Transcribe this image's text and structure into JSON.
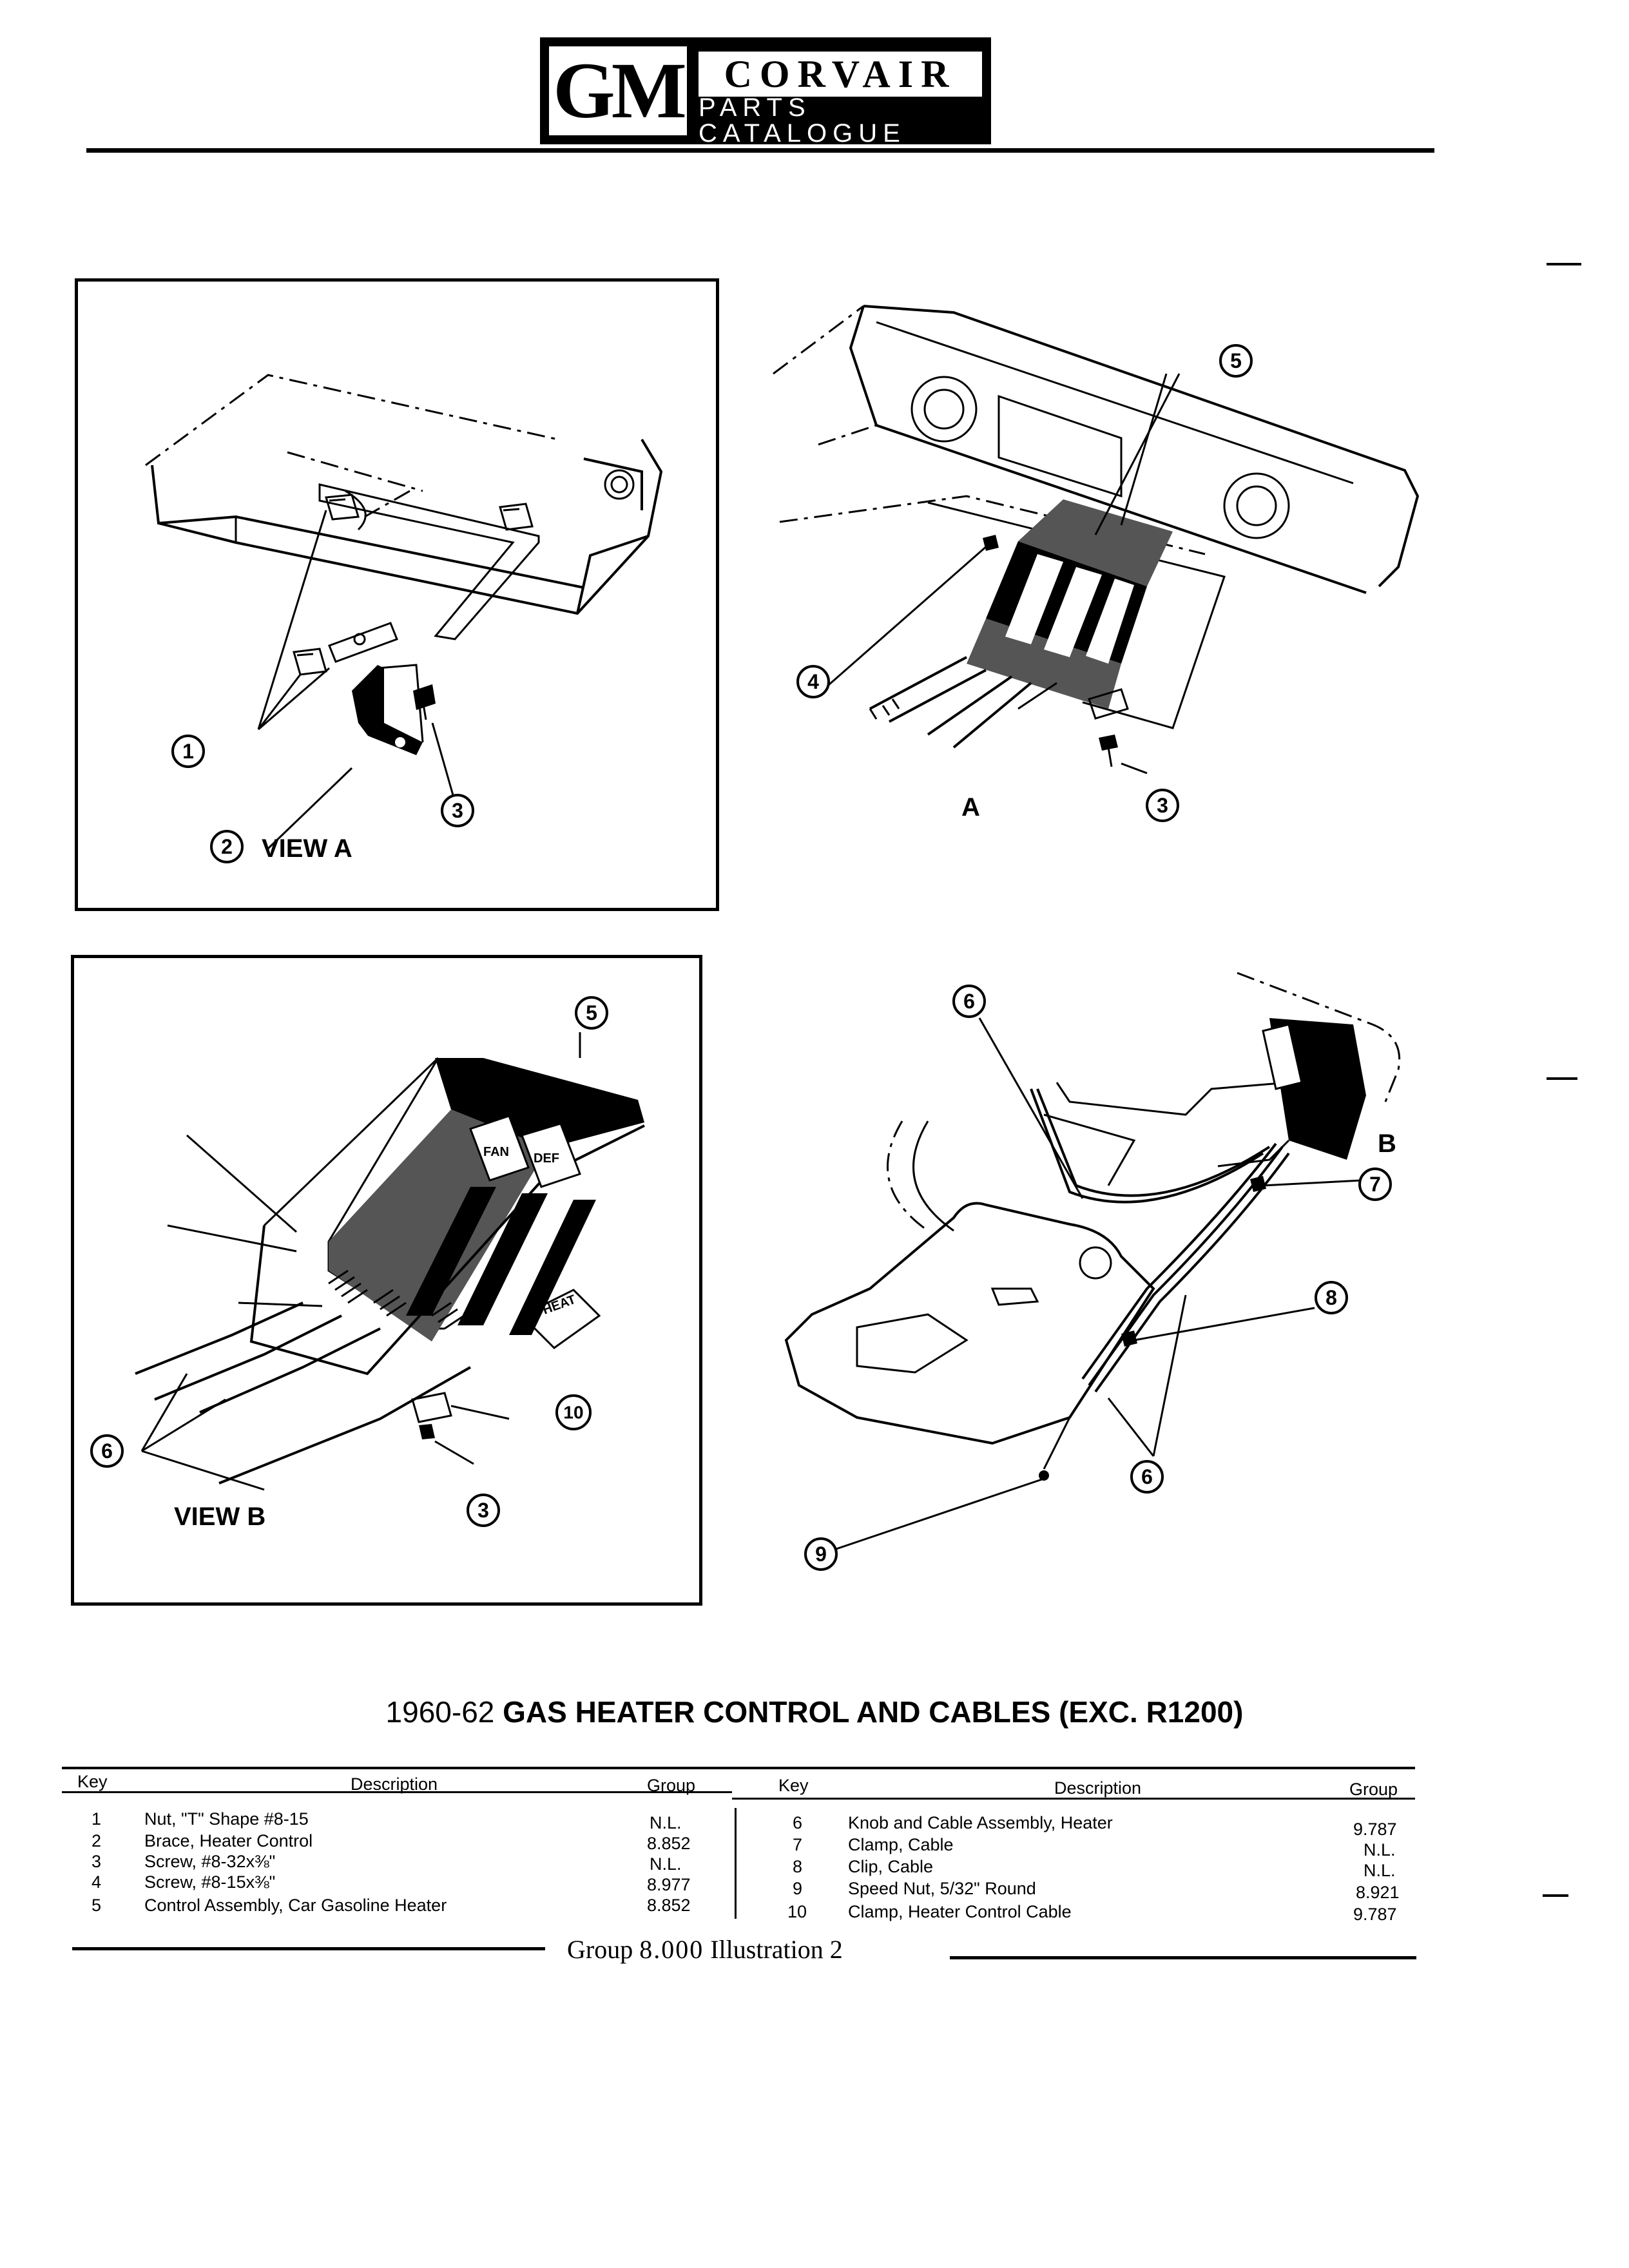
{
  "header": {
    "logo_mark": "GM",
    "brand": "CORVAIR",
    "subtitle": "PARTS CATALOGUE"
  },
  "figures": {
    "view_a_label": "VIEW A",
    "view_b_label": "VIEW B",
    "ref_a": "A",
    "ref_b": "B",
    "fan_label": "FAN",
    "def_label": "DEF",
    "heat_label": "HEAT",
    "callouts": [
      "1",
      "2",
      "3",
      "4",
      "5",
      "6",
      "7",
      "8",
      "9",
      "10"
    ]
  },
  "title": {
    "years": "1960-62",
    "text": "GAS HEATER CONTROL AND CABLES (EXC. R1200)"
  },
  "parts_table": {
    "headers": {
      "key": "Key",
      "description": "Description",
      "group": "Group"
    },
    "left_rows": [
      {
        "key": "1",
        "description": "Nut, \"T\" Shape #8-15",
        "group": "N.L."
      },
      {
        "key": "2",
        "description": "Brace, Heater Control",
        "group": "8.852"
      },
      {
        "key": "3",
        "description": "Screw, #8-32x⅜\"",
        "group": "N.L."
      },
      {
        "key": "4",
        "description": "Screw, #8-15x⅜\"",
        "group": "8.977"
      },
      {
        "key": "5",
        "description": "Control Assembly, Car Gasoline Heater",
        "group": "8.852"
      }
    ],
    "right_rows": [
      {
        "key": "6",
        "description": "Knob and Cable Assembly, Heater",
        "group": "9.787"
      },
      {
        "key": "7",
        "description": "Clamp, Cable",
        "group": "N.L."
      },
      {
        "key": "8",
        "description": "Clip, Cable",
        "group": "N.L."
      },
      {
        "key": "9",
        "description": "Speed Nut, 5/32\" Round",
        "group": "8.921"
      },
      {
        "key": "10",
        "description": "Clamp, Heater Control Cable",
        "group": "9.787"
      }
    ]
  },
  "footer": {
    "group_label": "Group",
    "group_number": "8.000",
    "illustration": "Illustration 2"
  }
}
